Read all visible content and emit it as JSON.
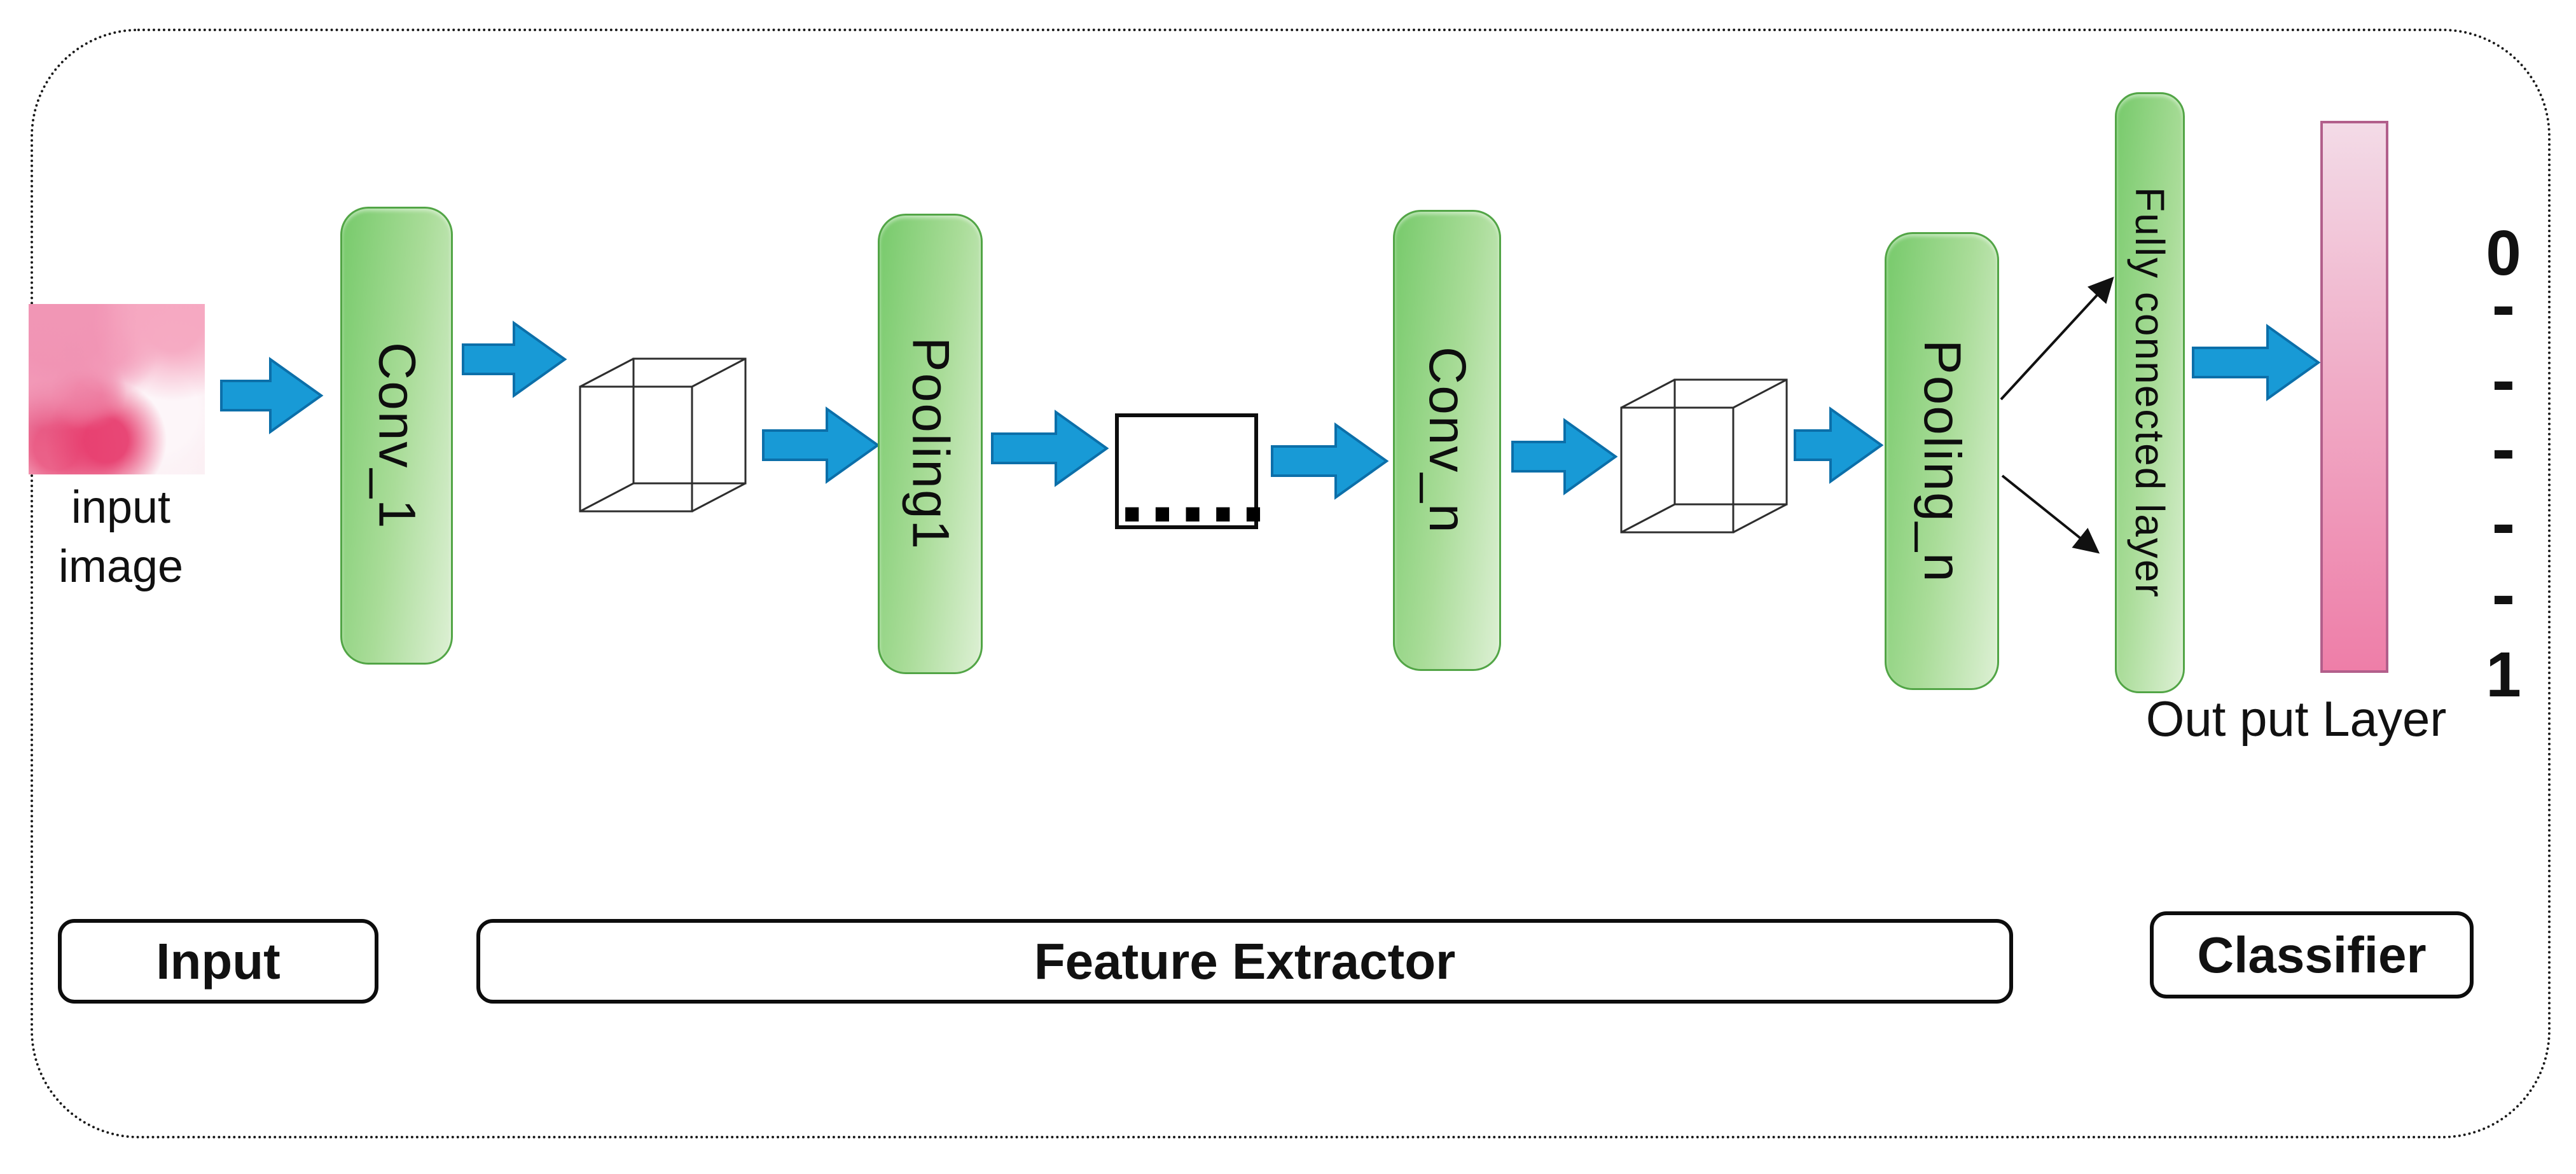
{
  "input": {
    "caption_line1": "input",
    "caption_line2": "image"
  },
  "layers": [
    {
      "label": "Conv_1"
    },
    {
      "label": "Pooling1"
    },
    {
      "label": "Conv_n"
    },
    {
      "label": "Pooling_n"
    },
    {
      "label": "Fully connected layer"
    }
  ],
  "gap_box": {
    "dots": "....."
  },
  "output": {
    "label": "Out put Layer",
    "scale_top": "0",
    "ticks": [
      "-",
      "-",
      "-",
      "-",
      "-"
    ],
    "scale_bottom": "1"
  },
  "sections": {
    "input": "Input",
    "feature_extractor": "Feature Extractor",
    "classifier": "Classifier"
  },
  "colors": {
    "layer_green": "#8bcd7b",
    "layer_green_border": "#52a546",
    "arrow_blue": "#189ad6",
    "arrow_blue_border": "#0c6fa9",
    "output_pink": "#ee7ea8",
    "output_pink_border": "#b25f8b"
  }
}
